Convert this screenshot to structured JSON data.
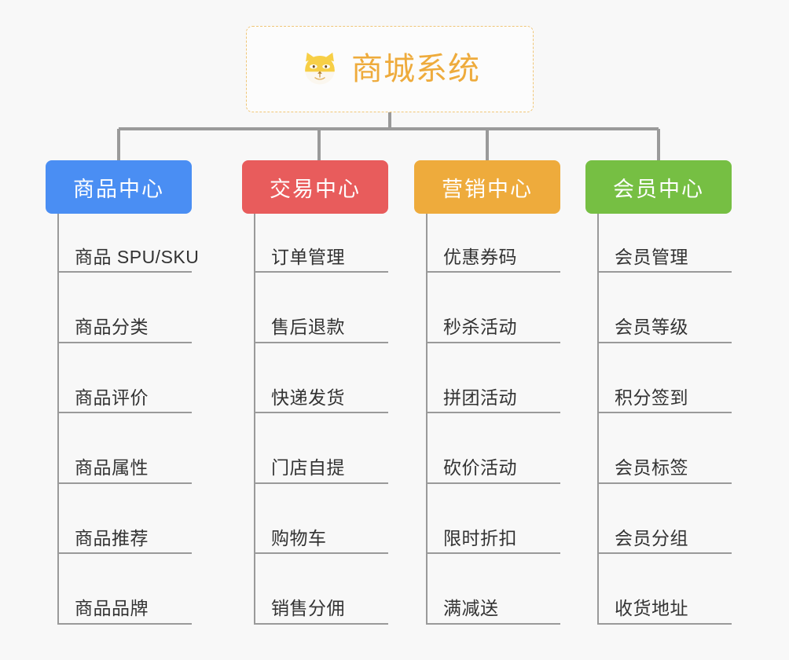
{
  "chart_data": {
    "type": "diagram",
    "diagram_type": "organization-tree",
    "title": "商城系统",
    "root": {
      "label": "商城系统",
      "icon": "shiba-dog-icon",
      "text_color": "#eeab3c",
      "border_color": "#f0c678",
      "background": "#fcfcfc"
    },
    "connector_color": "#9a9a9a",
    "background": "#f8f8f8",
    "branches": [
      {
        "label": "商品中心",
        "color": "#4a8ef3",
        "items": [
          "商品 SPU/SKU",
          "商品分类",
          "商品评价",
          "商品属性",
          "商品推荐",
          "商品品牌"
        ]
      },
      {
        "label": "交易中心",
        "color": "#e85c5c",
        "items": [
          "订单管理",
          "售后退款",
          "快递发货",
          "门店自提",
          "购物车",
          "销售分佣"
        ]
      },
      {
        "label": "营销中心",
        "color": "#eeab3c",
        "items": [
          "优惠券码",
          "秒杀活动",
          "拼团活动",
          "砍价活动",
          "限时折扣",
          "满减送"
        ]
      },
      {
        "label": "会员中心",
        "color": "#76bf43",
        "items": [
          "会员管理",
          "会员等级",
          "积分签到",
          "会员标签",
          "会员分组",
          "收货地址"
        ]
      }
    ]
  }
}
